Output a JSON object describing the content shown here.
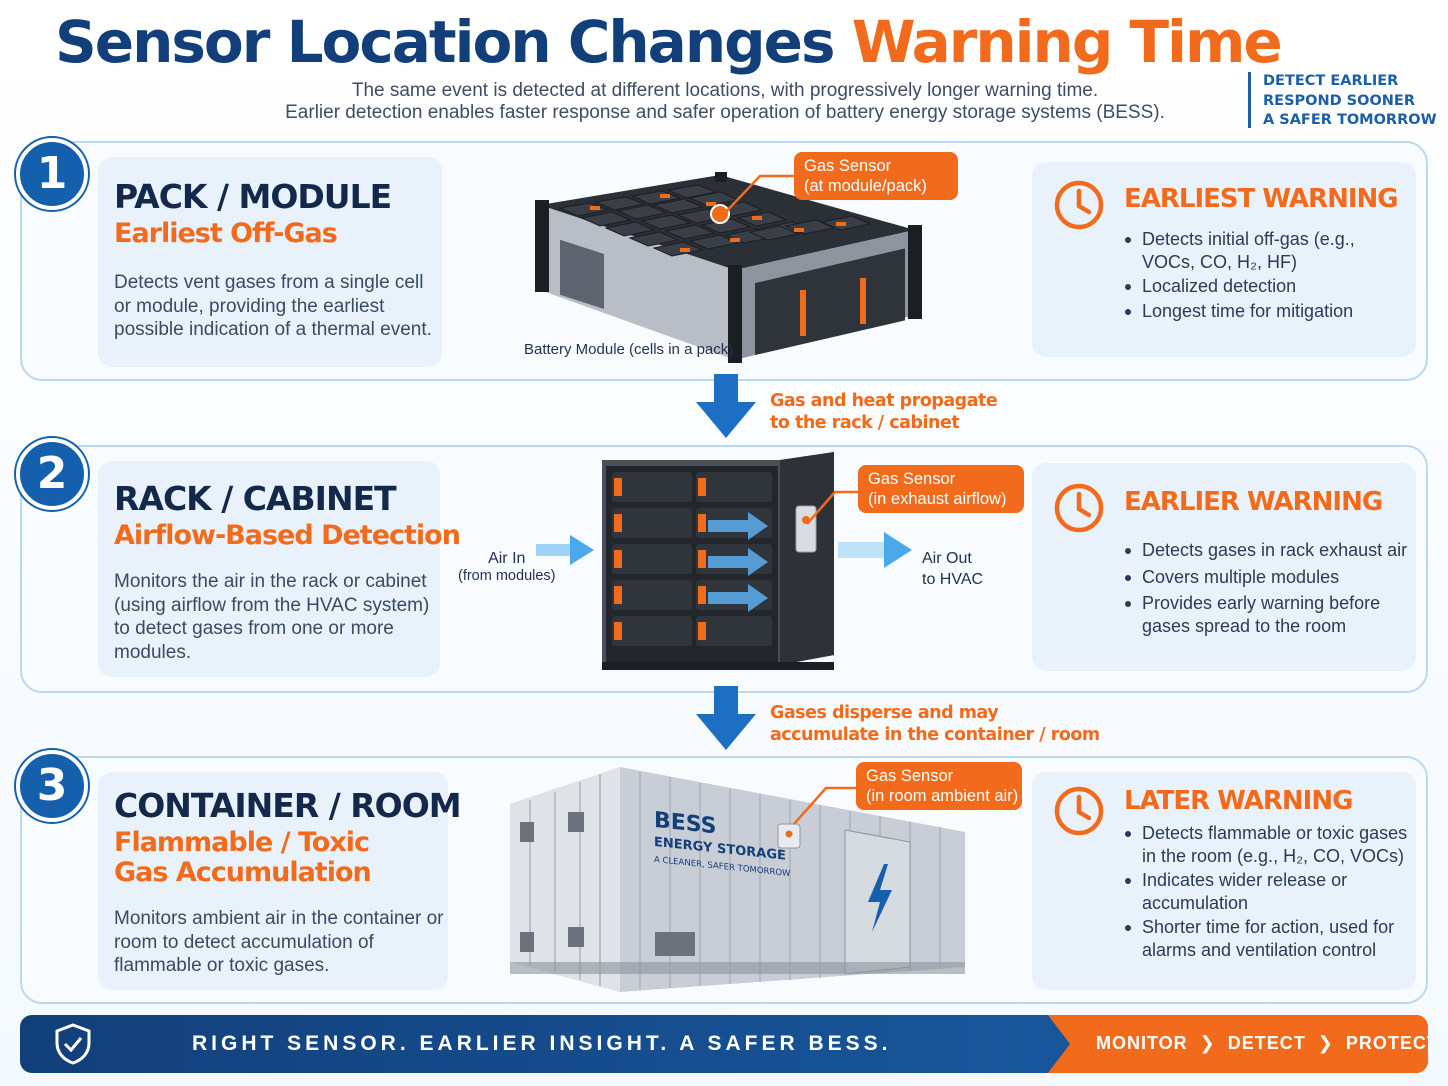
{
  "header": {
    "title_part1": "Sensor Location Changes",
    "title_part2": "Warning Time",
    "subtitle_line1": "The same event is detected at different locations, with progressively longer warning time.",
    "subtitle_line2": "Earlier detection enables faster response and safer operation of battery energy storage systems (BESS).",
    "tagline": [
      "DETECT EARLIER",
      "RESPOND SOONER",
      "A SAFER TOMORROW"
    ]
  },
  "levels": [
    {
      "number": "1",
      "title": "PACK / MODULE",
      "subtitle": "Earliest Off-Gas",
      "description": "Detects vent gases from a single cell or module, providing the earliest possible indication of a thermal event.",
      "sensor_tag": [
        "Gas Sensor",
        "(at module/pack)"
      ],
      "image_caption": "Battery Module (cells in a pack)",
      "warning_title": "EARLIEST WARNING",
      "bullets": [
        "Detects initial off-gas (e.g., VOCs, CO, H₂, HF)",
        "Localized detection",
        "Longest time for mitigation"
      ]
    },
    {
      "number": "2",
      "title": "RACK / CABINET",
      "subtitle": "Airflow-Based Detection",
      "description": "Monitors the air in the rack or cabinet (using airflow from the HVAC system) to detect gases from one or more modules.",
      "sensor_tag": [
        "Gas Sensor",
        "(in exhaust airflow)"
      ],
      "air_in": [
        "Air In",
        "(from modules)"
      ],
      "air_out": [
        "Air Out",
        "to HVAC"
      ],
      "warning_title": "EARLIER WARNING",
      "bullets": [
        "Detects gases in rack exhaust air",
        "Covers multiple modules",
        "Provides early warning before gases spread to the room"
      ]
    },
    {
      "number": "3",
      "title": "CONTAINER / ROOM",
      "subtitle": "Flammable / Toxic Gas Accumulation",
      "description": "Monitors ambient air in the container or room to detect accumulation of flammable or toxic gases.",
      "sensor_tag": [
        "Gas Sensor",
        "(in room ambient air)"
      ],
      "container_labels": [
        "BESS",
        "ENERGY STORAGE",
        "A CLEANER, SAFER TOMORROW"
      ],
      "warning_title": "LATER WARNING",
      "bullets": [
        "Detects flammable or toxic gases in the room (e.g., H₂, CO, VOCs)",
        "Indicates wider release or accumulation",
        "Shorter time for action, used for alarms and ventilation control"
      ]
    }
  ],
  "flows": [
    [
      "Gas and heat propagate",
      "to the rack / cabinet"
    ],
    [
      "Gases disperse and may",
      "accumulate in the container / room"
    ]
  ],
  "banner": {
    "slogan": "RIGHT SENSOR. EARLIER INSIGHT. A SAFER BESS.",
    "steps": [
      "MONITOR",
      "DETECT",
      "PROTECT"
    ]
  },
  "colors": {
    "navy": "#123f7a",
    "blue": "#1560ad",
    "orange": "#f26a1b",
    "panel_border": "#bcd8ef"
  },
  "icons": [
    "shield-check-icon",
    "clock-icon",
    "down-arrow-icon",
    "air-flow-arrow-icon",
    "lightning-bolt-icon"
  ]
}
